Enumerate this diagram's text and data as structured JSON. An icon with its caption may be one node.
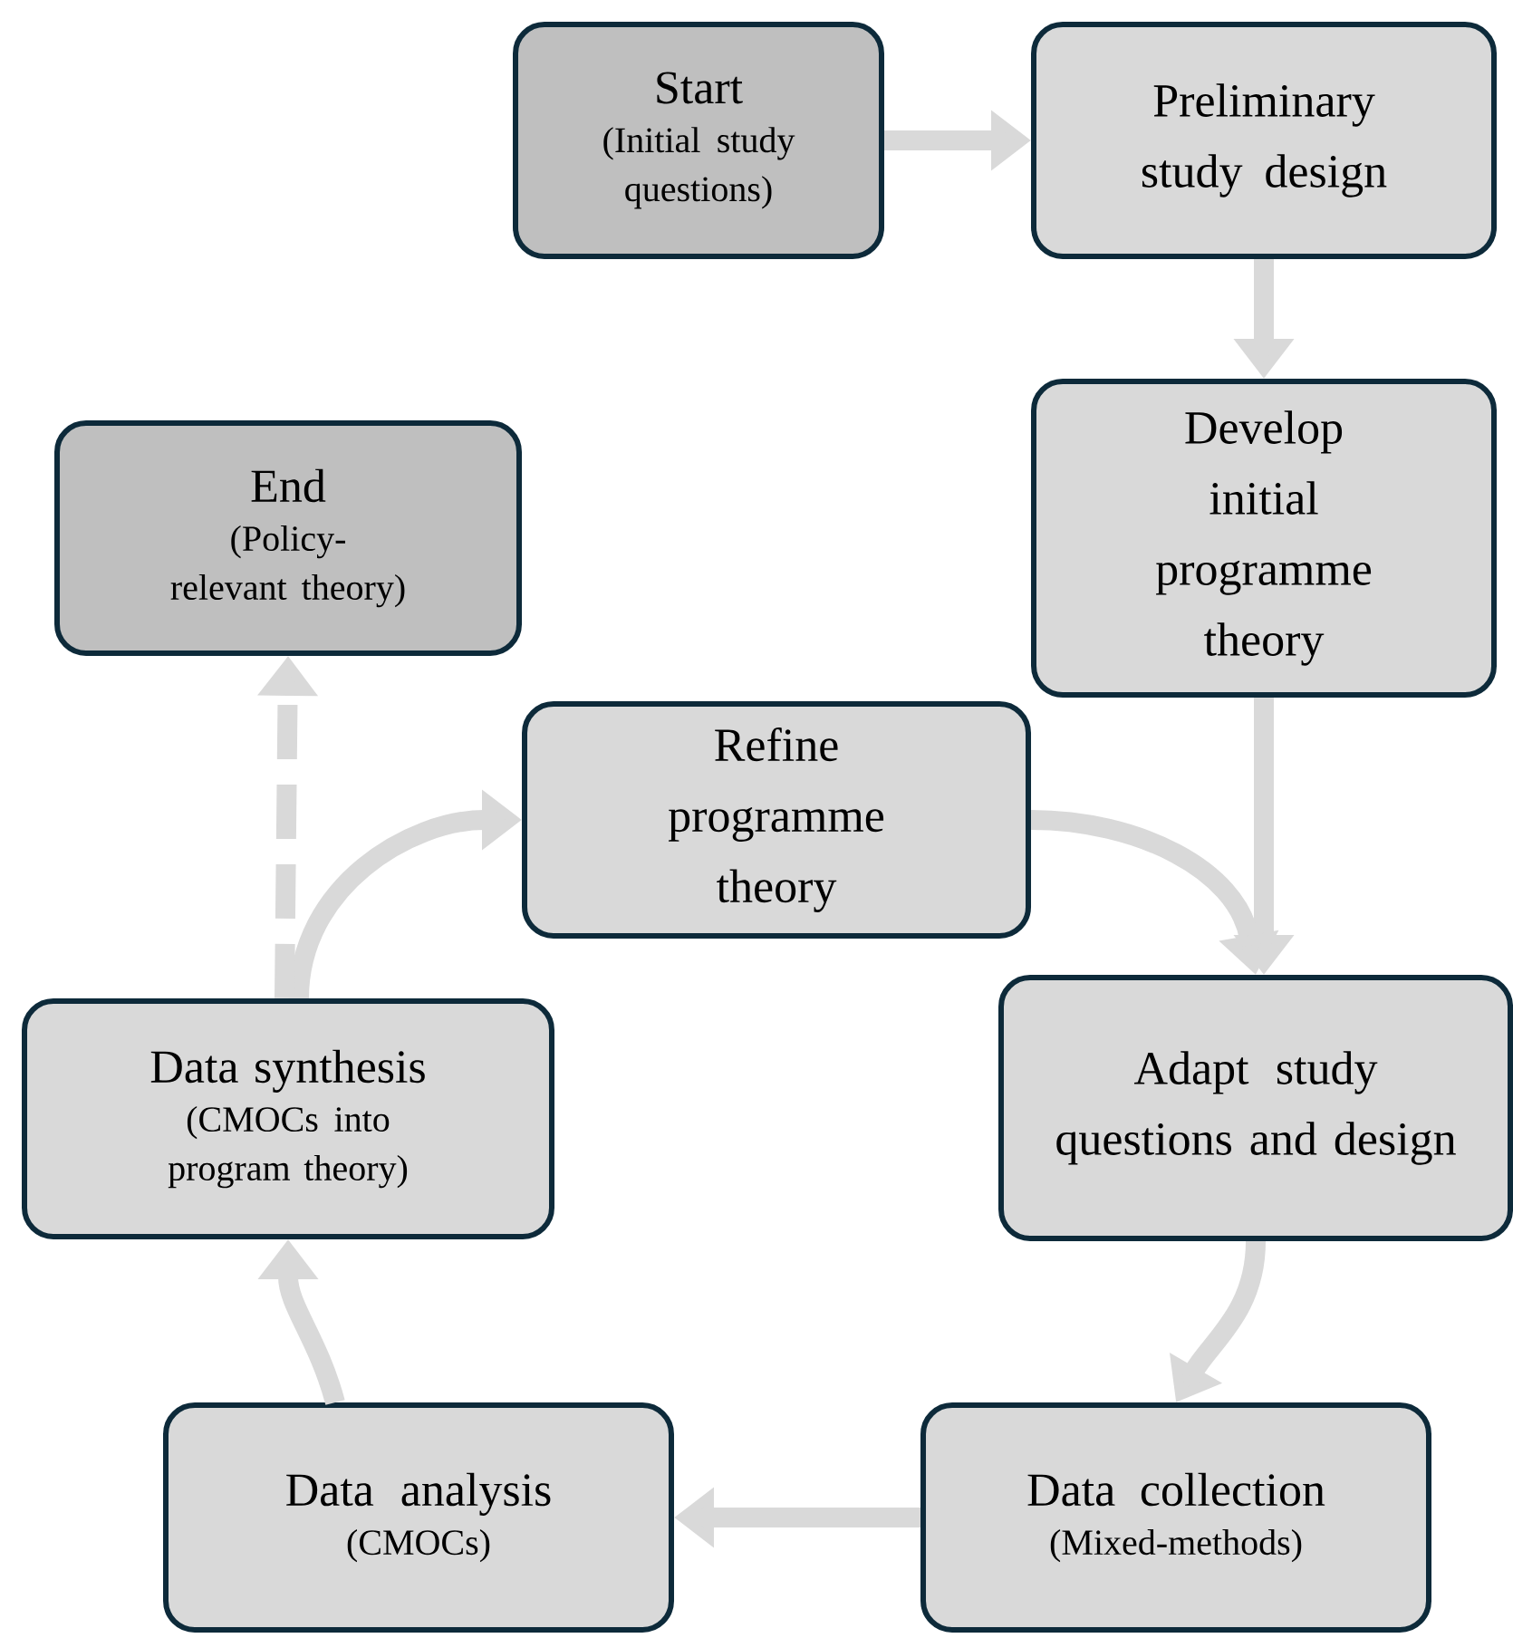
{
  "diagram": {
    "nodes": [
      {
        "text": [
          "Start",
          "(Initial study questions)"
        ]
      },
      {
        "text": [
          "Preliminary study design"
        ]
      },
      {
        "text": [
          "Develop initial programme theory"
        ]
      },
      {
        "text": [
          "End",
          "(Policy-relevant theory)"
        ]
      },
      {
        "text": [
          "Refine programme theory"
        ]
      },
      {
        "text": [
          "Adapt study questions and design"
        ]
      },
      {
        "text": [
          "Data synthesis",
          "(CMOCs into program theory)"
        ]
      },
      {
        "text": [
          "Data analysis",
          "(CMOCs)"
        ]
      },
      {
        "text": [
          "Data collection",
          "(Mixed-methods)"
        ]
      }
    ],
    "edges": [
      {
        "from": 0,
        "to": 1,
        "arrow": "to"
      },
      {
        "from": 1,
        "to": 2,
        "arrow": "to"
      },
      {
        "from": 2,
        "to": 5,
        "arrow": "to"
      },
      {
        "from": 4,
        "to": 5,
        "arrow": "to"
      },
      {
        "from": 5,
        "to": 8,
        "arrow": "to"
      },
      {
        "from": 8,
        "to": 7,
        "arrow": "to"
      },
      {
        "from": 7,
        "to": 6,
        "arrow": "to"
      },
      {
        "from": 6,
        "to": 4,
        "arrow": "to"
      },
      {
        "from": 6,
        "to": 3,
        "arrow": "to",
        "style": "dashed"
      }
    ]
  }
}
